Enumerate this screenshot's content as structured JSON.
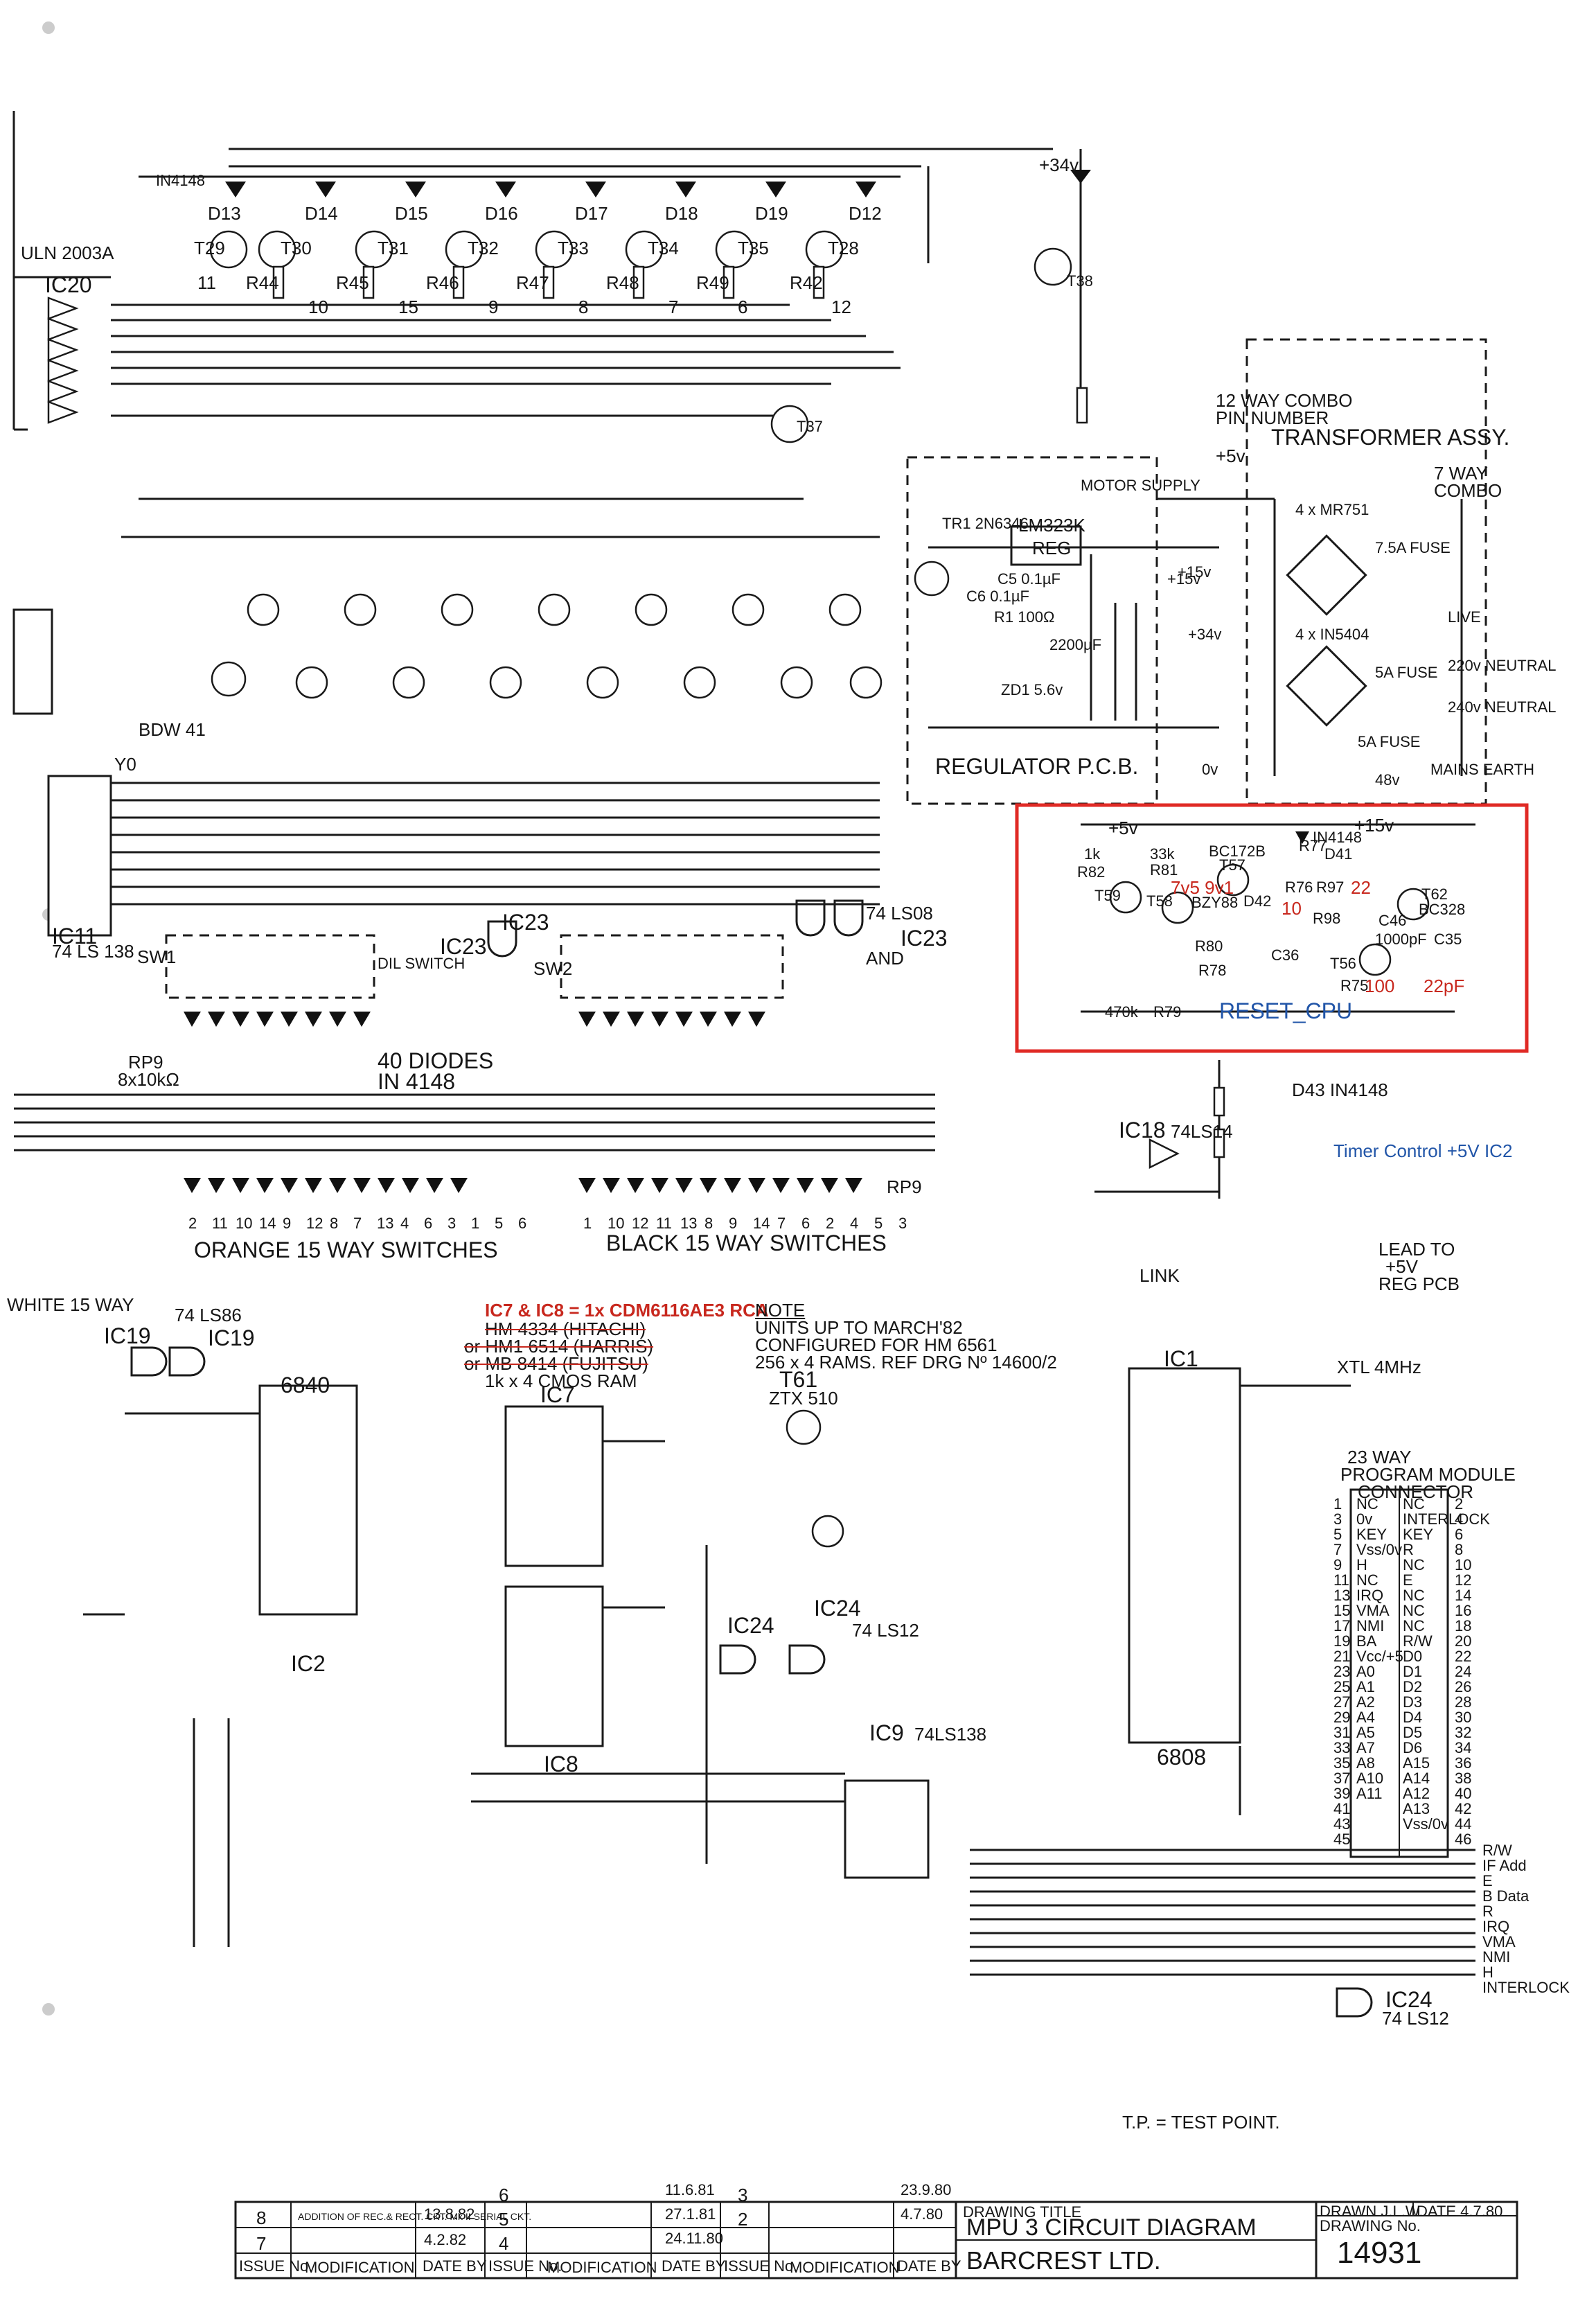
{
  "drawing": {
    "title_label": "DRAWING TITLE",
    "title": "MPU 3 CIRCUIT DIAGRAM",
    "company": "BARCREST LTD.",
    "drawn_label": "DRAWN J.L.W.",
    "date_label": "DATE 4.7.80",
    "number_label": "DRAWING No.",
    "number": "14931",
    "issue_header": "ISSUE No.",
    "modification_header": "MODIFICATION",
    "date_header": "DATE BY",
    "issues": [
      "8",
      "7",
      "6",
      "5",
      "4",
      "3",
      "2"
    ],
    "issue_dates": [
      "13.8.82",
      "4.2.82",
      "11.6.81",
      "27.1.81",
      "24.11.80",
      "23.9.80",
      "4.7.80"
    ],
    "mod_note": "ADDITION OF REC.& RECT. CKT. Mk II SERIAL CKT."
  },
  "annotations": {
    "reset_cpu": "RESET_CPU",
    "timer_control": "Timer Control +5V IC2",
    "ic7_ic8_note": "IC7 & IC8 = 1x CDM6116AE3  RCA",
    "hm4334": "HM 4334 (HITACHI)",
    "hm6514": "or HM1 6514 (HARRIS)",
    "mb8414": "or MB 8414 (FUJITSU)",
    "cmos_ram": "1k x 4 CMOS RAM",
    "note_title": "NOTE",
    "note_1": "UNITS UP TO MARCH'82",
    "note_2": "CONFIGURED FOR HM 6561",
    "note_3": "256 x 4 RAMS. REF DRG Nº 14600/2",
    "red_7v5": "7v5 9v1",
    "red_10": "10",
    "red_22": "22",
    "red_100": "100",
    "red_22pf": "22pF",
    "test_point": "T.P. = TEST POINT."
  },
  "sections": {
    "orange_switches": "ORANGE 15 WAY SWITCHES",
    "black_switches": "BLACK 15 WAY SWITCHES",
    "white_switches": "WHITE 15 WAY",
    "diodes": "40 DIODES",
    "diodes_type": "IN 4148",
    "regulator_pcb": "REGULATOR P.C.B.",
    "transformer": "TRANSFORMER ASSY.",
    "combo_pin": "12 WAY COMBO",
    "combo_pin2": "PIN NUMBER",
    "combo7": "7 WAY",
    "combo7b": "COMBO",
    "motor_supply": "MOTOR SUPPLY",
    "program_module": "23 WAY",
    "program_module2": "PROGRAM MODULE",
    "program_module3": "CONNECTOR",
    "lead_to": "LEAD TO",
    "lead_to2": "+5V",
    "lead_to3": "REG PCB",
    "link": "LINK",
    "live": "LIVE",
    "neutral_220": "220v NEUTRAL",
    "neutral_240": "240v NEUTRAL",
    "mains_earth": "MAINS EARTH",
    "xtal": "XTL 4MHz"
  },
  "chips": {
    "ic20": "IC20",
    "uln": "ULN 2003A",
    "ic11": "IC11",
    "ic11_type": "74 LS 138",
    "sw1": "SW1",
    "sw2": "SW2",
    "dil_switch": "DIL SWITCH",
    "ic23": "IC23",
    "ic23_type": "74 LS08",
    "ic23_and": "AND",
    "ic2": "IC2",
    "ic2_type": "6840",
    "ic7": "IC7",
    "ic8": "IC8",
    "ic1": "IC1",
    "ic1_type": "6808",
    "ic9": "IC9",
    "ic9_type": "74LS138",
    "ic24": "IC24",
    "ic24_type": "74 LS12",
    "ic18": "IC18",
    "ic18_type": "74LS14",
    "ic19": "IC19",
    "ic19_type": "74 LS86",
    "lm323k": "LM323K",
    "reg": "REG",
    "t61": "T61",
    "ztx510": "ZTX 510",
    "rp9": "RP9",
    "rp9_val": "8x10kΩ"
  },
  "transistor_row1": [
    "T29",
    "T30",
    "T31",
    "T32",
    "T33",
    "T34",
    "T35",
    "T28"
  ],
  "resistor_row1": [
    "R44",
    "R45",
    "R46",
    "R47",
    "R48",
    "R49",
    "R42"
  ],
  "diode_row1": [
    "D13",
    "D14",
    "D15",
    "D16",
    "D17",
    "D18",
    "D19",
    "D12"
  ],
  "pin_numbers_row1": [
    "11",
    "10",
    "15",
    "9",
    "8",
    "7",
    "6",
    "12"
  ],
  "orange_pins": [
    "2",
    "11",
    "10",
    "14",
    "9",
    "12",
    "8",
    "7",
    "13",
    "4",
    "6",
    "3",
    "1",
    "5",
    "6"
  ],
  "black_pins": [
    "1",
    "10",
    "12",
    "11",
    "13",
    "8",
    "9",
    "14",
    "7",
    "6",
    "2",
    "4",
    "5",
    "3"
  ],
  "reg_labels": [
    "TR1 2N6346",
    "ZD1 5.6v",
    "C6 0.1µF",
    "R1 100Ω",
    "C5 0.1µF",
    "2200µF",
    "+34v",
    "+15v",
    "0v",
    "48v"
  ],
  "power_labels": [
    "+34v",
    "+5v",
    "+15v",
    "0v",
    "4 x MR751",
    "4 x IN5404",
    "7.5A FUSE",
    "5A FUSE",
    "5A FUSE"
  ],
  "reset_parts": [
    "T59",
    "T58",
    "T57",
    "BC172B",
    "BZY88",
    "D42",
    "R76",
    "R77",
    "IN4148",
    "D41",
    "T62",
    "BC328",
    "R97",
    "R98",
    "C46",
    "1000pF",
    "C36",
    "T56",
    "R75",
    "C35",
    "R79",
    "470k",
    "R78",
    "R80",
    "R81",
    "33k",
    "R82",
    "1k"
  ],
  "program_pins_left": [
    "1",
    "3",
    "5",
    "7",
    "9",
    "11",
    "13",
    "15",
    "17",
    "19",
    "21",
    "23",
    "25",
    "27",
    "29",
    "31",
    "33",
    "35",
    "37",
    "39",
    "41",
    "43",
    "45"
  ],
  "program_pins_right": [
    "2",
    "4",
    "6",
    "8",
    "10",
    "12",
    "14",
    "16",
    "18",
    "20",
    "22",
    "24",
    "26",
    "28",
    "30",
    "32",
    "34",
    "36",
    "38",
    "40",
    "42",
    "44",
    "46"
  ],
  "program_signals_left": [
    "NC",
    "0v",
    "KEY",
    "Vss/0v",
    "H",
    "NC",
    "IRQ",
    "VMA",
    "NMI",
    "BA",
    "Vcc/+5",
    "A0",
    "A1",
    "A2",
    "A4",
    "A5",
    "A7",
    "A8",
    "A10",
    "A11"
  ],
  "program_signals_right": [
    "NC",
    "INTERLOCK",
    "KEY",
    "R",
    "NC",
    "E",
    "NC",
    "NC",
    "NC",
    "R/W",
    "D0",
    "D1",
    "D2",
    "D3",
    "D4",
    "D5",
    "D6",
    "A15",
    "A14",
    "A12",
    "A13",
    "Vss/0v"
  ],
  "bus_signals": [
    "R/W",
    "IF Add",
    "E",
    "B Data",
    "R",
    "IRQ",
    "VMA",
    "NMI",
    "H",
    "INTERLOCK"
  ]
}
